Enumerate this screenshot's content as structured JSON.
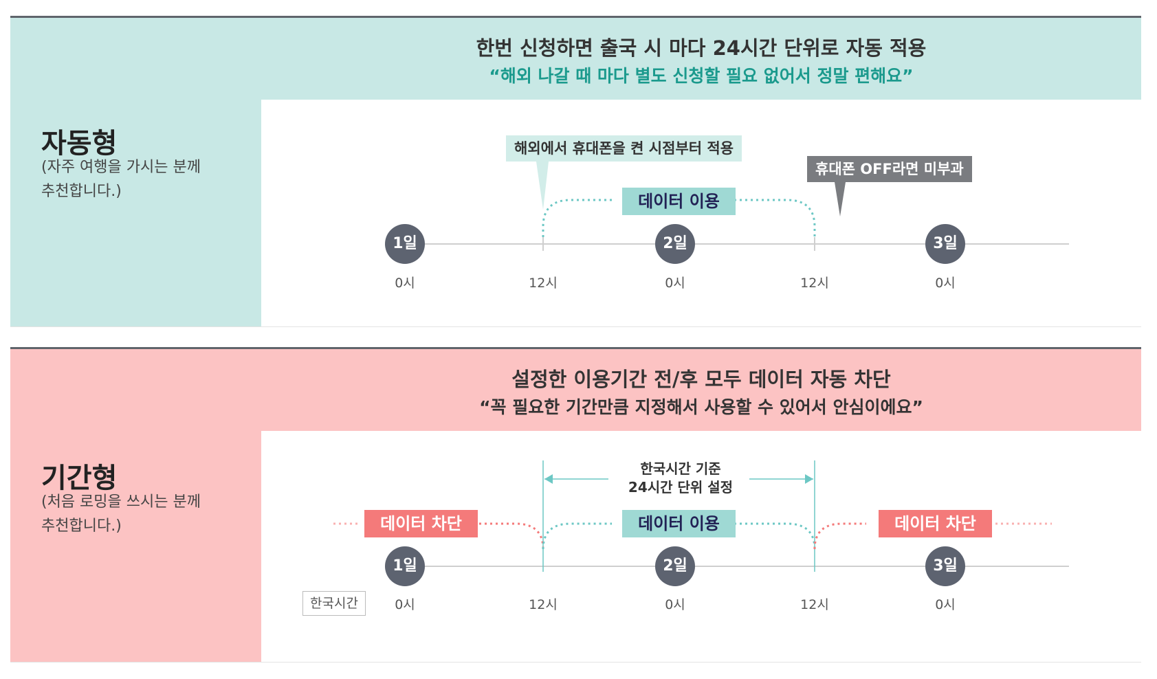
{
  "colors": {
    "teal_band": "#c8e8e5",
    "pink_band": "#fcc3c3",
    "teal_accent": "#1b9a8d",
    "teal_dots": "#6cc7c4",
    "red_dots": "#f47a7a",
    "circle": "#5d6370"
  },
  "auto": {
    "headline": "한번 신청하면 출국 시 마다 24시간 단위로 자동 적용",
    "quote": "“해외 나갈 때 마다 별도 신청할 필요 없어서 정말 편해요”",
    "type_title": "자동형",
    "type_desc_1": "(자주 여행을 가시는 분께",
    "type_desc_2": "추천합니다.)",
    "bubble_apply": "해외에서 휴대폰을 켠 시점부터 적용",
    "bubble_off": "휴대폰 OFF라면 미부과",
    "data_use": "데이터 이용",
    "days": [
      "1일",
      "2일",
      "3일"
    ],
    "ticks": [
      "0시",
      "12시",
      "0시",
      "12시",
      "0시"
    ]
  },
  "period": {
    "headline": "설정한 이용기간 전/후 모두 데이터 자동 차단",
    "quote": "“꼭 필요한 기간만큼 지정해서 사용할 수 있어서 안심이에요”",
    "type_title": "기간형",
    "type_desc_1": "(처음 로밍을 쓰시는 분께",
    "type_desc_2": "추천합니다.)",
    "range_line_1": "한국시간 기준",
    "range_line_2": "24시간 단위 설정",
    "data_block": "데이터 차단",
    "data_use": "데이터 이용",
    "kst": "한국시간",
    "days": [
      "1일",
      "2일",
      "3일"
    ],
    "ticks": [
      "0시",
      "12시",
      "0시",
      "12시",
      "0시"
    ]
  }
}
